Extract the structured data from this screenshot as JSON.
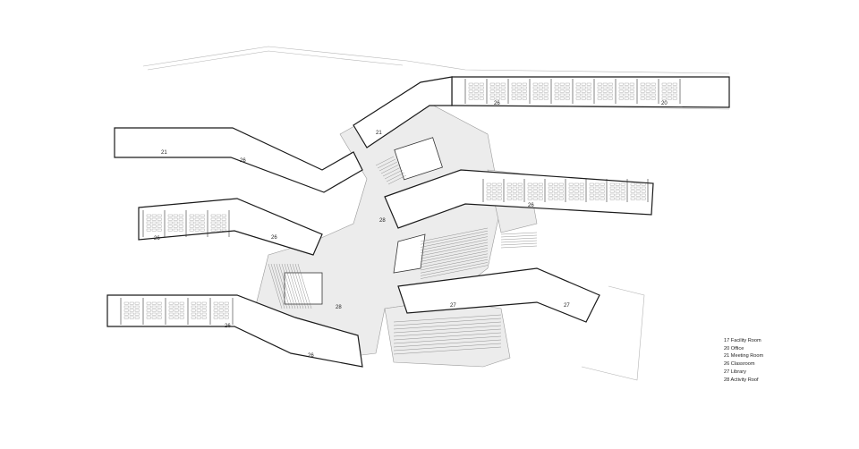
{
  "legend": [
    {
      "num": "17",
      "label": "Facility Room"
    },
    {
      "num": "20",
      "label": "Office"
    },
    {
      "num": "21",
      "label": "Meeting Room"
    },
    {
      "num": "26",
      "label": "Classroom"
    },
    {
      "num": "27",
      "label": "Library"
    },
    {
      "num": "28",
      "label": "Activity Roof"
    }
  ],
  "room_labels": {
    "top_classroom": "26",
    "top_office": "20",
    "left_meeting": "21",
    "upper_classroom_a": "26",
    "upper_classroom_b": "21",
    "center_roof": "28",
    "right_classroom": "26",
    "mid_classroom_a": "26",
    "mid_classroom_b": "26",
    "lower_roof": "28",
    "lower_classroom_a": "26",
    "lower_classroom_b": "26",
    "library_a": "27",
    "library_b": "27"
  }
}
